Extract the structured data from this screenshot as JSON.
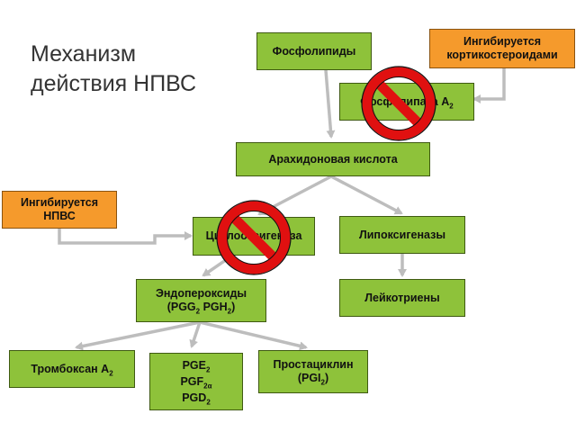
{
  "title": {
    "line1": "Механизм",
    "line2": "действия НПВС"
  },
  "nodes": {
    "phospholipids": {
      "text": "Фосфолипиды"
    },
    "cortico_inhibit": {
      "line1": "Ингибируется",
      "line2": "кортикостероидами"
    },
    "phospholipase": {
      "text": "Фосфолипаза А",
      "sub": "2"
    },
    "arachidonic": {
      "text": "Арахидоновая кислота"
    },
    "nsaid_inhibit": {
      "line1": "Ингибируется",
      "line2": "НПВС"
    },
    "cyclooxygenase": {
      "text": "Циклооксигеназа"
    },
    "lipoxygenases": {
      "text": "Липоксигеназы"
    },
    "endoperoxides": {
      "line1": "Эндопероксиды",
      "line2_a": "(PGG",
      "line2_sub1": "2",
      "line2_b": " PGH",
      "line2_sub2": "2",
      "line2_c": ")"
    },
    "leukotrienes": {
      "text": "Лейкотриены"
    },
    "thromboxane": {
      "text": "Тромбоксан А",
      "sub": "2"
    },
    "prostaglandins": {
      "pge": "PGE",
      "pge_sub": "2",
      "pgf": "PGF",
      "pgf_sub": "2α",
      "pgd": "PGD",
      "pgd_sub": "2"
    },
    "prostacyclin": {
      "line1": "Простациклин",
      "line2_a": "(PGI",
      "line2_sub": "2",
      "line2_b": ")"
    }
  },
  "colors": {
    "node_fill": "#8ec23a",
    "inhibitor_fill": "#f59a2c",
    "arrow": "#bdbdbd",
    "prohibition": "#e01010"
  },
  "icons": {
    "inhibition_marker": "prohibition-sign-icon"
  }
}
